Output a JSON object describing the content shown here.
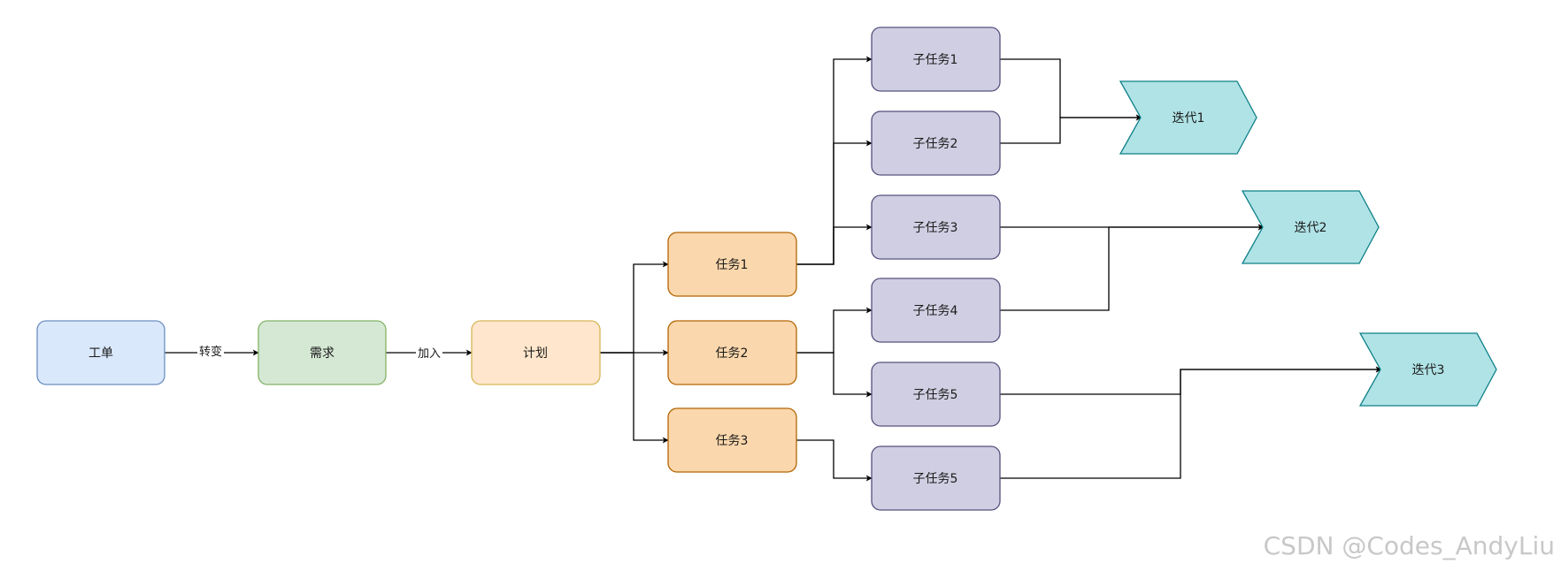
{
  "nodes": {
    "ticket": {
      "label": "工单",
      "fill": "#dae8fc",
      "stroke": "#6c8ebf"
    },
    "requirement": {
      "label": "需求",
      "fill": "#d5e8d4",
      "stroke": "#82b366"
    },
    "plan": {
      "label": "计划",
      "fill": "#ffe6cc",
      "stroke": "#d6b656"
    },
    "task1": {
      "label": "任务1",
      "fill": "#fad7ac",
      "stroke": "#b46504"
    },
    "task2": {
      "label": "任务2",
      "fill": "#fad7ac",
      "stroke": "#b46504"
    },
    "task3": {
      "label": "任务3",
      "fill": "#fad7ac",
      "stroke": "#b46504"
    },
    "subtask1": {
      "label": "子任务1",
      "fill": "#d0cee2",
      "stroke": "#56517e"
    },
    "subtask2": {
      "label": "子任务2",
      "fill": "#d0cee2",
      "stroke": "#56517e"
    },
    "subtask3": {
      "label": "子任务3",
      "fill": "#d0cee2",
      "stroke": "#56517e"
    },
    "subtask4": {
      "label": "子任务4",
      "fill": "#d0cee2",
      "stroke": "#56517e"
    },
    "subtask5a": {
      "label": "子任务5",
      "fill": "#d0cee2",
      "stroke": "#56517e"
    },
    "subtask5b": {
      "label": "子任务5",
      "fill": "#d0cee2",
      "stroke": "#56517e"
    },
    "iteration1": {
      "label": "迭代1",
      "fill": "#b0e3e6",
      "stroke": "#0e8088"
    },
    "iteration2": {
      "label": "迭代2",
      "fill": "#b0e3e6",
      "stroke": "#0e8088"
    },
    "iteration3": {
      "label": "迭代3",
      "fill": "#b0e3e6",
      "stroke": "#0e8088"
    }
  },
  "edges": {
    "ticket_to_requirement": "转变",
    "requirement_to_plan": "加入"
  },
  "watermark": "CSDN @Codes_AndyLiu"
}
